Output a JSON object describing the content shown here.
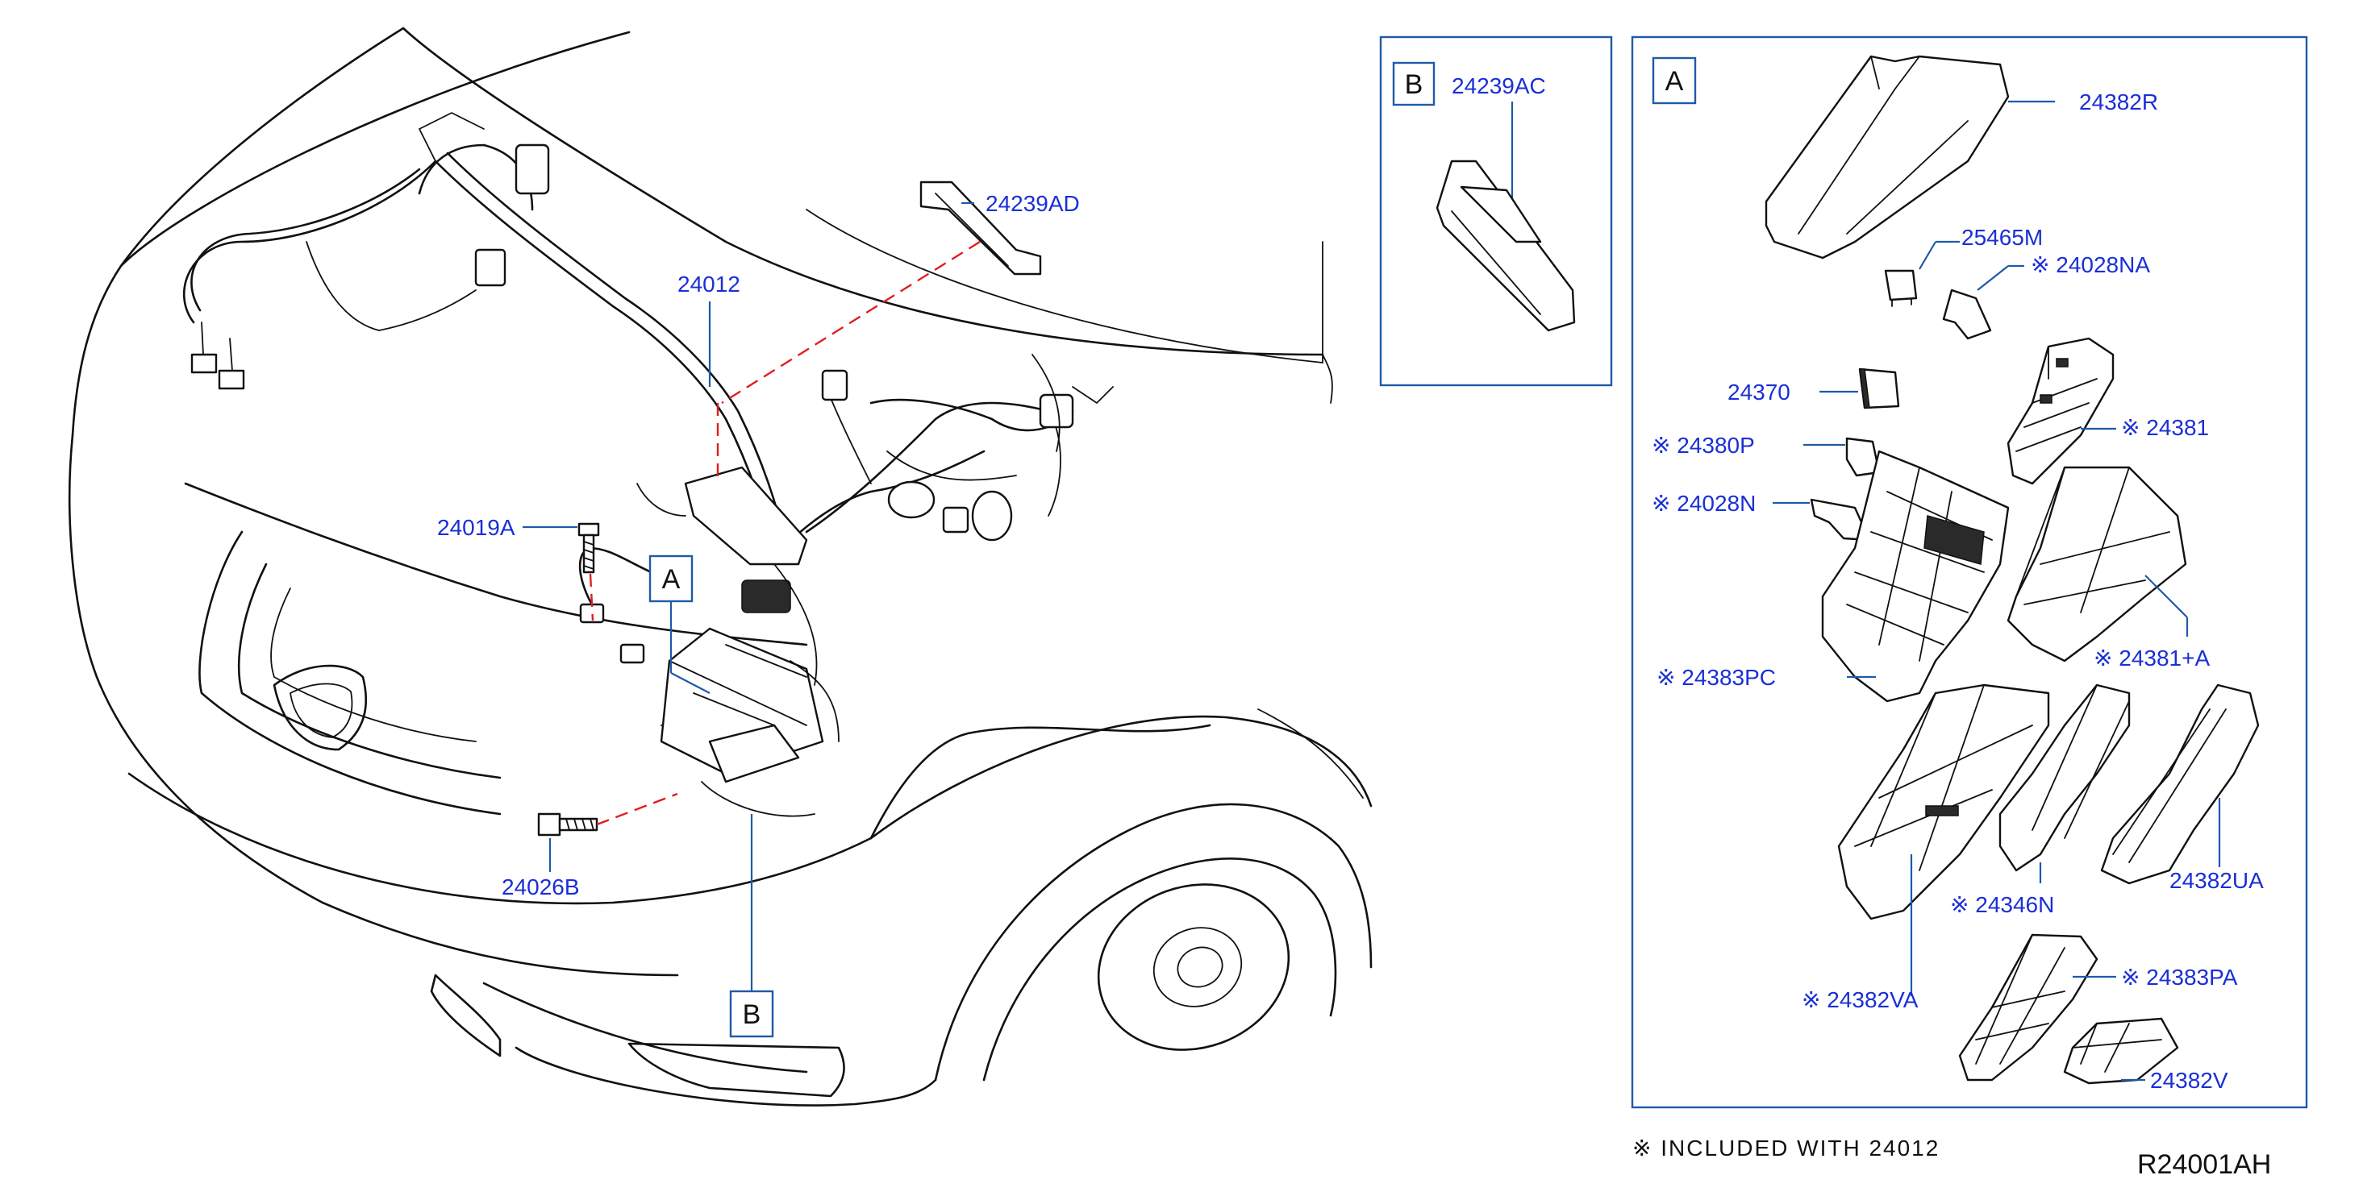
{
  "callouts": {
    "p24239AD": "24239AD",
    "p24012": "24012",
    "p24019A": "24019A",
    "p24026B": "24026B",
    "p24239AC": "24239AC",
    "p24382R": "24382R",
    "p25465M": "25465M",
    "p24028NA": "※ 24028NA",
    "p24370": "24370",
    "p24381": "※ 24381",
    "p24380P": "※ 24380P",
    "p24028N": "※ 24028N",
    "p24381A": "※ 24381+A",
    "p24383PC": "※ 24383PC",
    "p24382UA": "24382UA",
    "p24346N": "※ 24346N",
    "p24382VA": "※ 24382VA",
    "p24383PA": "※ 24383PA",
    "p24382V": "24382V"
  },
  "tags": {
    "a_on_car": "A",
    "b_on_car": "B",
    "b_panel": "B",
    "a_panel": "A"
  },
  "footer": {
    "note": "※ INCLUDED   WITH   24012",
    "diagram_code": "R24001AH"
  },
  "colors": {
    "callout_text": "#1a2fd6",
    "leader_line": "#1e5aa8",
    "dashed_guide": "#e11d1d",
    "line_art": "#111111"
  }
}
